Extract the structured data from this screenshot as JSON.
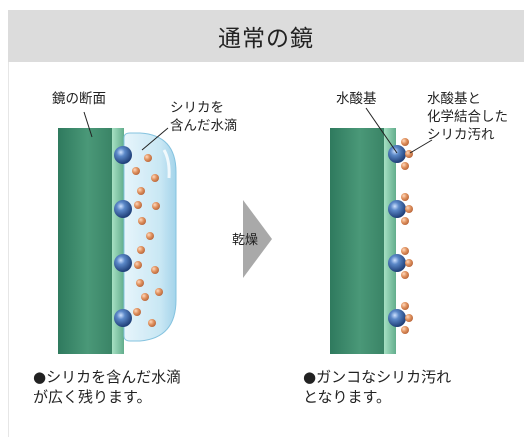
{
  "header": {
    "title": "通常の鏡"
  },
  "left_panel": {
    "label_section": "鏡の断面",
    "label_droplet": "シリカを\n含んだ水滴",
    "caption_line1": "シリカを含んだ水滴",
    "caption_line2": "が広く残ります。"
  },
  "middle": {
    "arrow_label": "乾燥"
  },
  "right_panel": {
    "label_hydroxyl": "水酸基",
    "label_bonded": "水酸基と\n化学結合した\nシリカ汚れ",
    "caption_line1": "ガンコなシリカ汚れ",
    "caption_line2": "となります。"
  },
  "colors": {
    "header_bg": "#dcdcdc",
    "glass_green": "#3f8a6e",
    "glass_edge": "#8fd0b0",
    "droplet": "#cfeaf6",
    "silica_orange": "#d9895a",
    "hydroxyl_blue": "#2f5f9e",
    "arrow_gray": "#a9a9a9"
  },
  "icons": {
    "caption_bullet": "filled-circle-icon",
    "process_arrow": "right-chevron-arrow-icon"
  }
}
